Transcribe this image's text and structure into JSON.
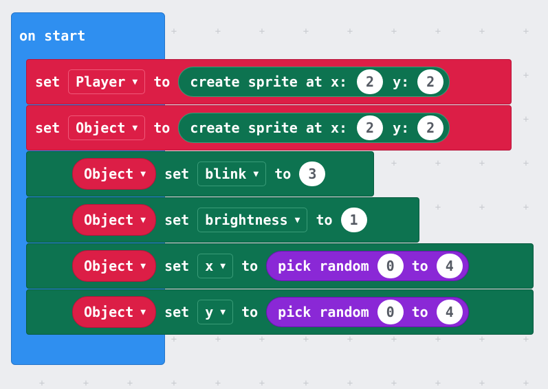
{
  "hat": {
    "label": "on start"
  },
  "rows": [
    {
      "set": "set",
      "var": "Player",
      "to": "to",
      "fn": "create sprite at x:",
      "x": "2",
      "ylabel": "y:",
      "y": "2"
    },
    {
      "set": "set",
      "var": "Object",
      "to": "to",
      "fn": "create sprite at x:",
      "x": "2",
      "ylabel": "y:",
      "y": "2"
    },
    {
      "obj": "Object",
      "set": "set",
      "prop": "blink",
      "to": "to",
      "value": "3"
    },
    {
      "obj": "Object",
      "set": "set",
      "prop": "brightness",
      "to": "to",
      "value": "1"
    },
    {
      "obj": "Object",
      "set": "set",
      "prop": "x",
      "to": "to",
      "fn": "pick random",
      "min": "0",
      "mid": "to",
      "max": "4"
    },
    {
      "obj": "Object",
      "set": "set",
      "prop": "y",
      "to": "to",
      "fn": "pick random",
      "min": "0",
      "mid": "to",
      "max": "4"
    }
  ],
  "colors": {
    "workspace": "#ecedf0",
    "event": "#2f8ff0",
    "variables": "#dc1e46",
    "sprites": "#0d7350",
    "math": "#8a28d6"
  }
}
